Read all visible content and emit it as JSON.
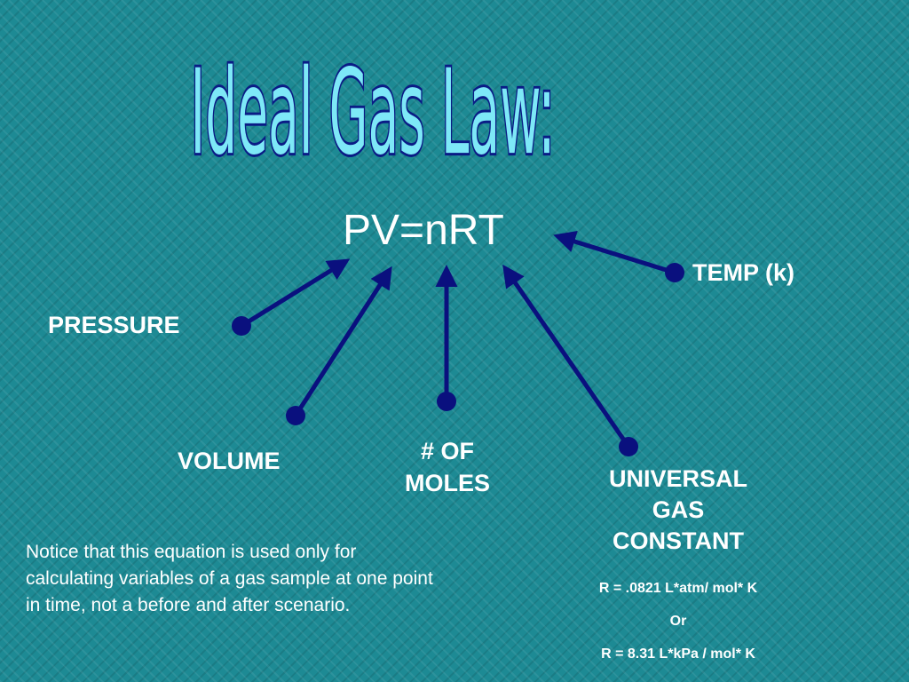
{
  "slide": {
    "title": "Ideal Gas Law:",
    "equation": "PV=nRT",
    "labels": {
      "pressure": "PRESSURE",
      "volume": "VOLUME",
      "moles_line1": "# OF",
      "moles_line2": "MOLES",
      "temp": "TEMP (k)",
      "constant_line1": "UNIVERSAL",
      "constant_line2": "GAS",
      "constant_line3": "CONSTANT"
    },
    "constant_values": {
      "r_atm": "R = .0821 L*atm/ mol* K",
      "or": "Or",
      "r_kpa": "R = 8.31 L*kPa / mol* K"
    },
    "note": "Notice that this equation is used only for calculating variables of a gas sample at one point in time, not a before and after scenario."
  },
  "colors": {
    "background": "#1d8a94",
    "title_fill": "#7de8f7",
    "title_outline": "#0a1b86",
    "arrow": "#0a107e",
    "text": "#ffffff"
  }
}
